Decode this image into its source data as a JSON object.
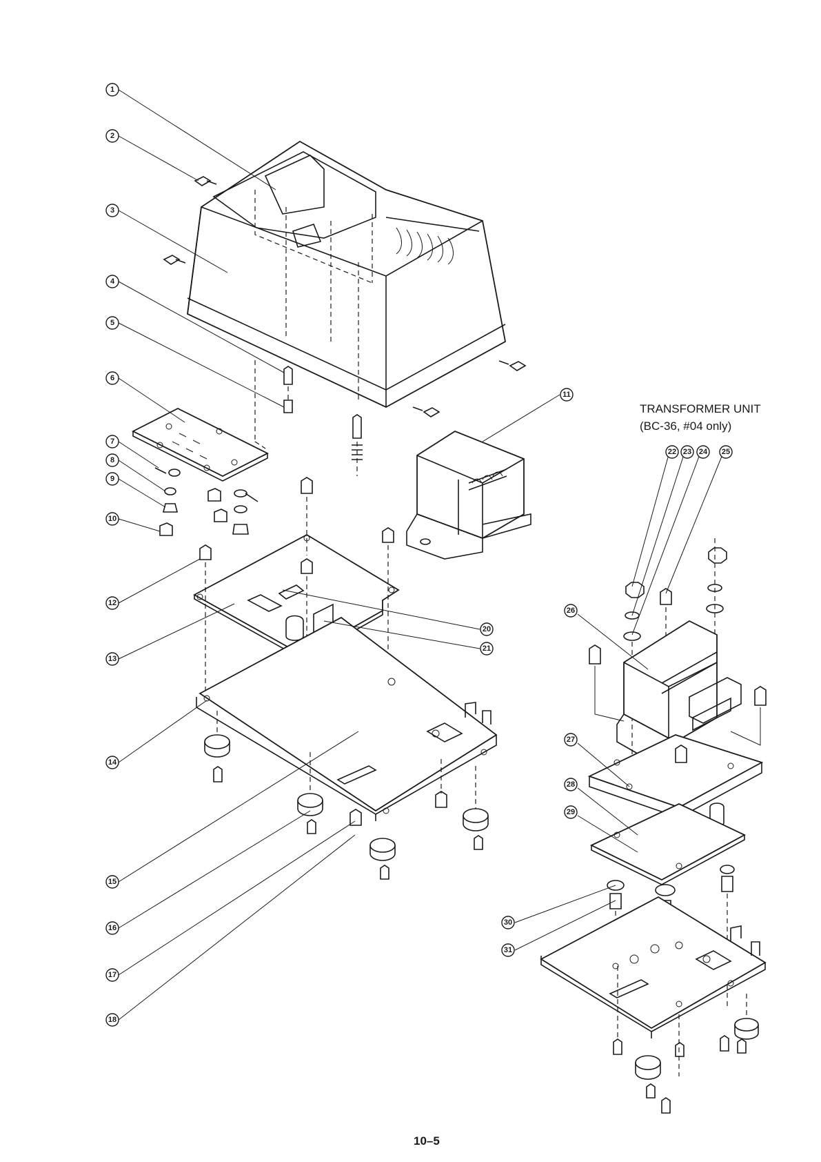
{
  "diagram": {
    "unit_title": "TRANSFORMER UNIT",
    "unit_subtitle": "(BC-36, #04 only)",
    "page_number": "10–5",
    "callouts": [
      "1",
      "2",
      "3",
      "4",
      "5",
      "6",
      "7",
      "8",
      "9",
      "10",
      "11",
      "12",
      "13",
      "14",
      "15",
      "16",
      "17",
      "18",
      "20",
      "21",
      "22",
      "23",
      "24",
      "25",
      "26",
      "27",
      "28",
      "29",
      "30",
      "31"
    ]
  }
}
